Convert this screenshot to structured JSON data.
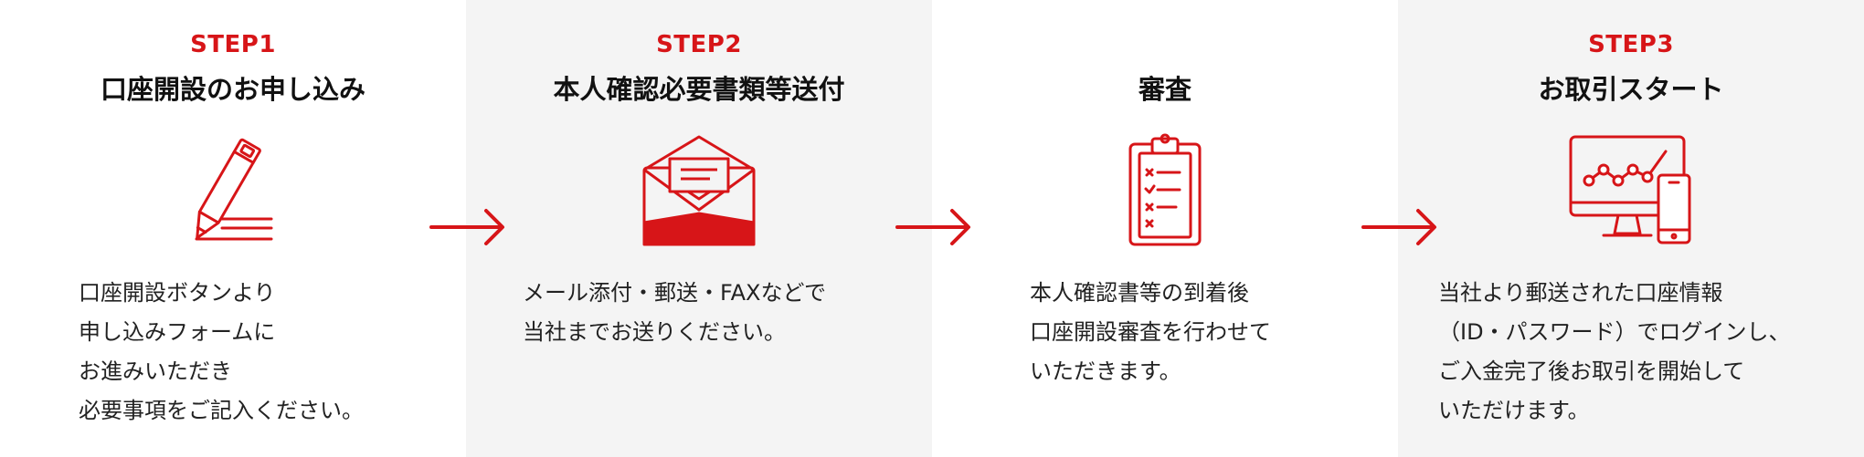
{
  "colors": {
    "accent": "#d71518",
    "panel_alt": "#f4f4f4",
    "text": "#222222"
  },
  "steps": [
    {
      "step_label": "STEP1",
      "title": "口座開設のお申し込み",
      "icon": "pencil-writing-icon",
      "lines": [
        "口座開設ボタンより",
        "申し込みフォームに",
        "お進みいただき",
        "必要事項をご記入ください。"
      ]
    },
    {
      "step_label": "STEP2",
      "title": "本人確認必要書類等送付",
      "icon": "open-envelope-icon",
      "lines": [
        "メール添付・郵送・FAXなどで",
        "当社までお送りください。"
      ]
    },
    {
      "step_label": "",
      "title": "審査",
      "icon": "clipboard-checklist-icon",
      "lines": [
        "本人確認書等の到着後",
        "口座開設審査を行わせて",
        "いただきます。"
      ]
    },
    {
      "step_label": "STEP3",
      "title": "お取引スタート",
      "icon": "monitor-smartphone-chart-icon",
      "lines": [
        "当社より郵送された口座情報",
        "（ID・パスワード）でログインし、",
        "ご入金完了後お取引を開始して",
        "いただけます。"
      ]
    }
  ]
}
